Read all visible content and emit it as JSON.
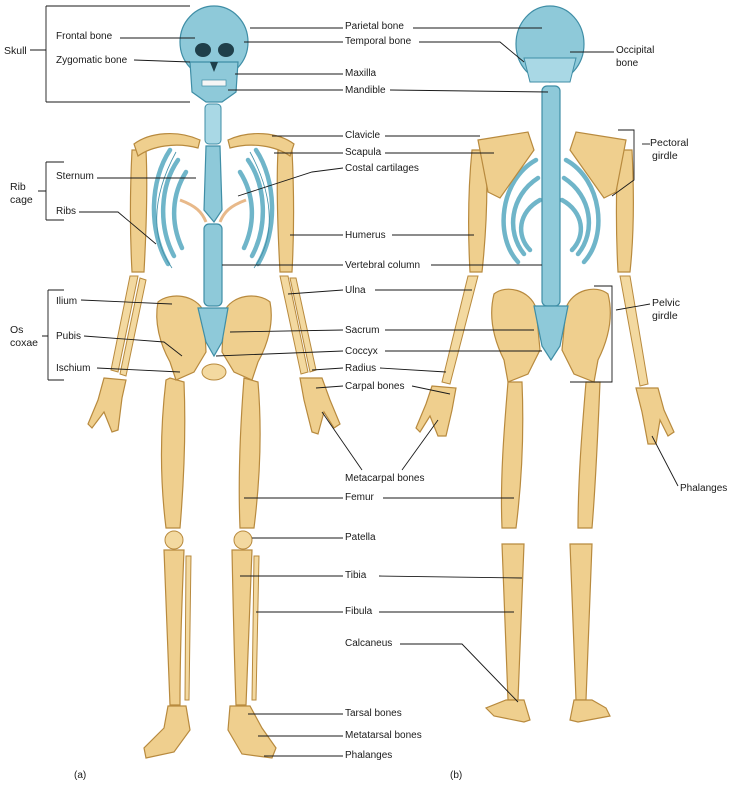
{
  "figure": {
    "panel_a": "(a)",
    "panel_b": "(b)"
  },
  "groups": {
    "skull": "Skull",
    "rib_cage": [
      "Rib",
      "cage"
    ],
    "os_coxae": [
      "Os",
      "coxae"
    ],
    "pectoral_girdle": [
      "Pectoral",
      "girdle"
    ],
    "pelvic_girdle": [
      "Pelvic",
      "girdle"
    ]
  },
  "left_labels": {
    "frontal": "Frontal bone",
    "zygomatic": "Zygomatic bone",
    "sternum": "Sternum",
    "ribs": "Ribs",
    "ilium": "Ilium",
    "pubis": "Pubis",
    "ischium": "Ischium"
  },
  "center_labels": {
    "parietal": "Parietal bone",
    "temporal": "Temporal bone",
    "maxilla": "Maxilla",
    "mandible": "Mandible",
    "clavicle": "Clavicle",
    "scapula": "Scapula",
    "costal": "Costal cartilages",
    "humerus": "Humerus",
    "vertebral": "Vertebral column",
    "ulna": "Ulna",
    "sacrum": "Sacrum",
    "coccyx": "Coccyx",
    "radius": "Radius",
    "carpal": "Carpal bones",
    "metacarpal": "Metacarpal bones",
    "femur": "Femur",
    "patella": "Patella",
    "tibia": "Tibia",
    "fibula": "Fibula",
    "calcaneus": "Calcaneus",
    "tarsal": "Tarsal bones",
    "metatarsal": "Metatarsal bones",
    "phalanges_foot": "Phalanges"
  },
  "right_labels": {
    "occipital": [
      "Occipital",
      "bone"
    ],
    "phalanges_hand": "Phalanges"
  },
  "colors": {
    "appendicular": "#efcf8e",
    "axial": "#8ec9d9"
  }
}
